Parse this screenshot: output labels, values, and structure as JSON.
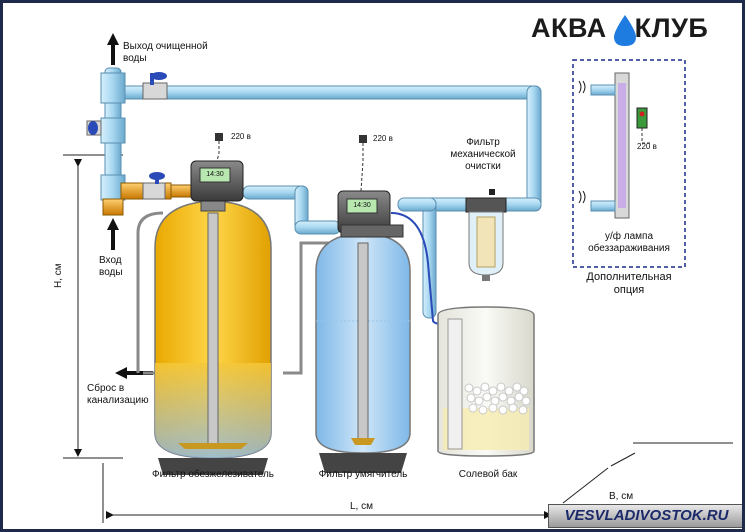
{
  "brand": {
    "left": "АКВА",
    "right": "КЛУБ"
  },
  "labels": {
    "outlet": "Выход очищенной воды",
    "inlet": "Вход воды",
    "drain": "Сброс в канализацию",
    "height": "H, см",
    "length": "L, см",
    "width": "B, см",
    "voltage_1": "220 в",
    "voltage_2": "220 в",
    "voltage_3": "220 в",
    "mech_filter": "Фильтр механической очистки",
    "uv_lamp": "у/ф лампа обеззараживания",
    "optional": "Дополнительная опция",
    "iron_filter": "Фильтр обезжелезиватель",
    "softener": "Фильтр умягчитель",
    "salt_tank": "Солевой бак",
    "display_1": "14:30",
    "display_2": "14:30"
  },
  "watermark": "VESVLADIVOSTOK.RU",
  "colors": {
    "pipe": "#a8d8f0",
    "pipe_stroke": "#5a8fb0",
    "brass": "#e8a020",
    "iron_media": "#f5c030",
    "soft_water": "#a8d0f0",
    "salt_tank": "#f0f0ea",
    "uv_border": "#1a2a8a",
    "logo_drop": "#1e7be0"
  }
}
